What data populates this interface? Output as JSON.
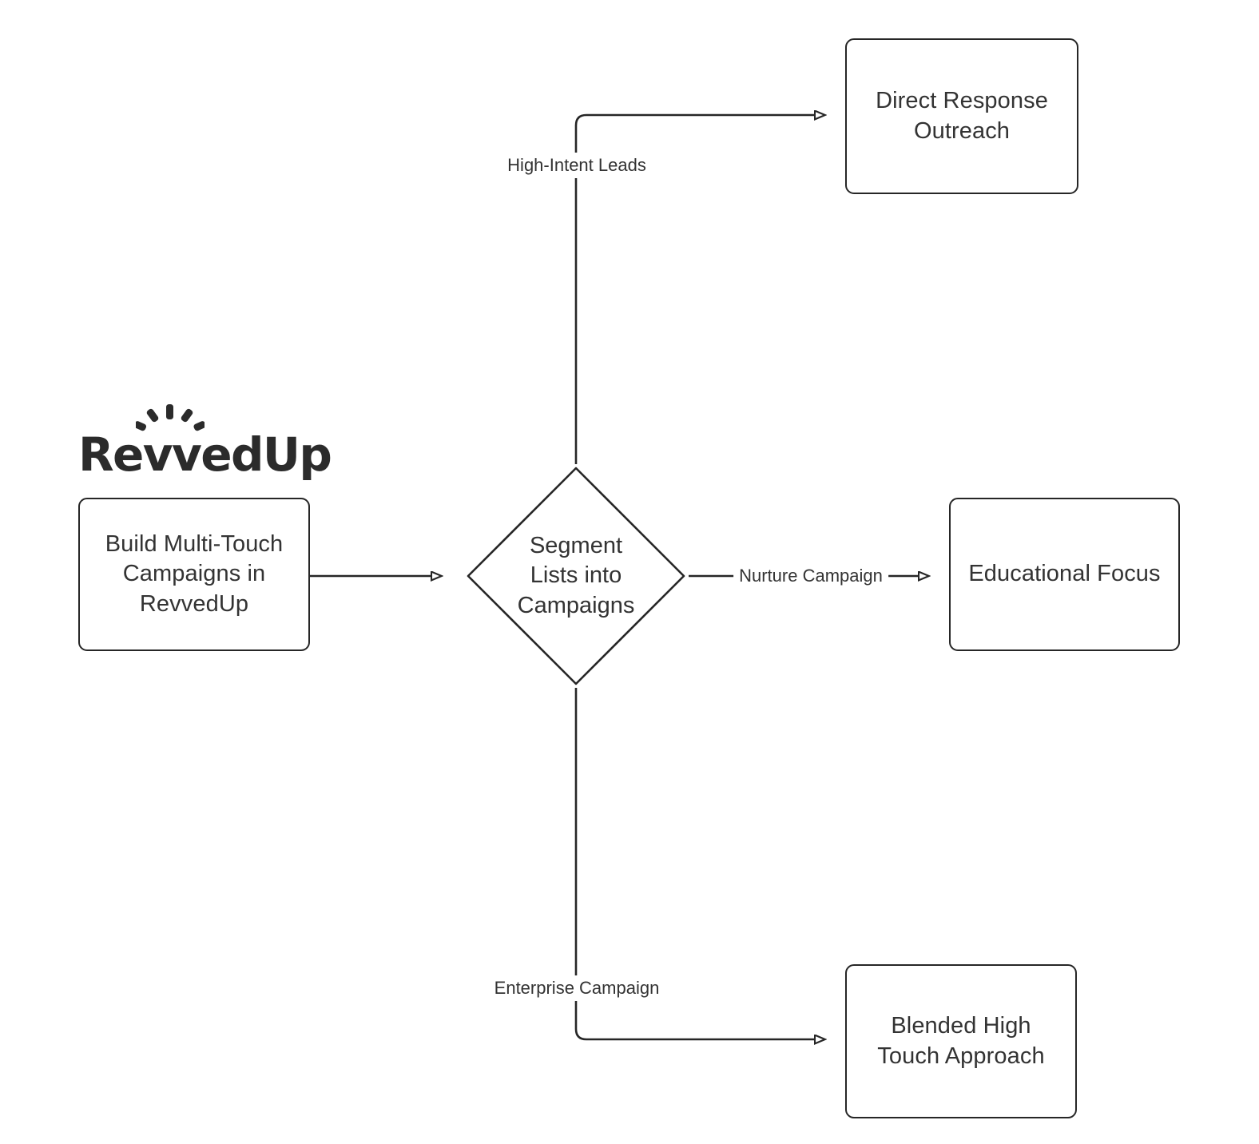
{
  "diagram": {
    "type": "flowchart",
    "direction": "left-to-right",
    "title": "Build Multi-Touch Campaigns in RevvedUp",
    "background_color": "#ffffff",
    "stroke_color": "#262626",
    "text_color": "#333333",
    "arrowhead_style": "hollow-triangle"
  },
  "brand": {
    "logo_name": "revvedup-logo",
    "wordmark": "RevvedUp",
    "spark_count": 5,
    "color": "#2b2b2b"
  },
  "nodes": [
    {
      "id": "start",
      "shape": "rounded-rect",
      "label": "Build Multi-Touch\nCampaigns in\nRevvedUp"
    },
    {
      "id": "decision",
      "shape": "diamond",
      "label": "Segment\nLists into\nCampaigns"
    },
    {
      "id": "direct",
      "shape": "rounded-rect",
      "label": "Direct Response\nOutreach"
    },
    {
      "id": "edu",
      "shape": "rounded-rect",
      "label": "Educational Focus"
    },
    {
      "id": "blended",
      "shape": "rounded-rect",
      "label": "Blended High\nTouch Approach"
    }
  ],
  "edges": [
    {
      "id": "e1",
      "from": "start",
      "to": "decision",
      "label": ""
    },
    {
      "id": "e2",
      "from": "decision",
      "to": "direct",
      "label": "High-Intent Leads"
    },
    {
      "id": "e3",
      "from": "decision",
      "to": "edu",
      "label": "Nurture Campaign"
    },
    {
      "id": "e4",
      "from": "decision",
      "to": "blended",
      "label": "Enterprise Campaign"
    }
  ]
}
